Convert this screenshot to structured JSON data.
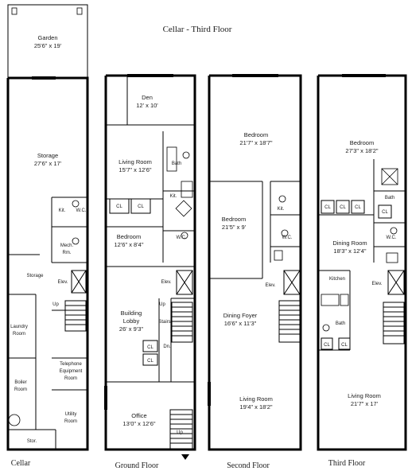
{
  "title": "Cellar - Third Floor",
  "floors": {
    "cellar": "Cellar",
    "ground": "Ground Floor",
    "second": "Second Floor",
    "third": "Third Floor"
  },
  "rooms": {
    "garden": "Garden",
    "garden_dim": "25'6\" x 19'",
    "storage": "Storage",
    "storage_dim": "27'6\" x 17'",
    "cellar_kit": "Kit.",
    "cellar_wc": "W.C.",
    "mech": "Mech.",
    "mech2": "Rm.",
    "cellar_storage2": "Storage",
    "cellar_elev": "Elev.",
    "cellar_up": "Up",
    "laundry": "Laundry",
    "laundry2": "Room",
    "boiler": "Boiler",
    "boiler2": "Room",
    "tel1": "Telephone",
    "tel2": "Equipment",
    "tel3": "Room",
    "utility": "Utility",
    "utility2": "Room",
    "stor": "Stor.",
    "den": "Den",
    "den_dim": "12' x 10'",
    "living_g": "Living Room",
    "living_g_dim": "15'7\" x 12'6\"",
    "bath_g": "Bath",
    "kit_g": "Kit.",
    "cl1_g": "CL",
    "cl2_g": "CL",
    "bedroom_g": "Bedroom",
    "bedroom_g_dim": "12'6\" x 8'4\"",
    "wc_g": "W.C.",
    "elev_g": "Elev.",
    "lobby": "Building",
    "lobby2": "Lobby",
    "lobby_dim": "26' x 9'3\"",
    "up_g": "Up",
    "stairs_g": "Stairs",
    "dn_g": "Dn.",
    "cl3_g": "CL",
    "cl4_g": "CL",
    "office": "Office",
    "office_dim": "13'0\" x 12'6\"",
    "up_g2": "Up",
    "bedroom_s1": "Bedroom",
    "bedroom_s1_dim": "21'7\" x 18'7\"",
    "kit_s": "Kit.",
    "bedroom_s2": "Bedroom",
    "bedroom_s2_dim": "21'5\" x 9'",
    "wc_s": "W.C.",
    "elev_s": "Elev.",
    "foyer": "Dining Foyer",
    "foyer_dim": "16'6\" x 11'3\"",
    "living_s": "Living Room",
    "living_s_dim": "19'4\" x 18'2\"",
    "bedroom_t": "Bedroom",
    "bedroom_t_dim": "27'3\" x 18'2\"",
    "bath_t1": "Bath",
    "cl1_t": "CL",
    "cl2_t": "CL",
    "cl3_t": "CL",
    "cl4_t": "CL",
    "wc_t": "W.C.",
    "dining_t": "Dining Room",
    "dining_t_dim": "18'3\" x 12'4\"",
    "kitchen_t": "Kitchen",
    "elev_t": "Elev.",
    "bath_t2": "Bath",
    "cl5_t": "CL",
    "cl6_t": "CL",
    "living_t": "Living Room",
    "living_t_dim": "21'7\" x 17'"
  }
}
